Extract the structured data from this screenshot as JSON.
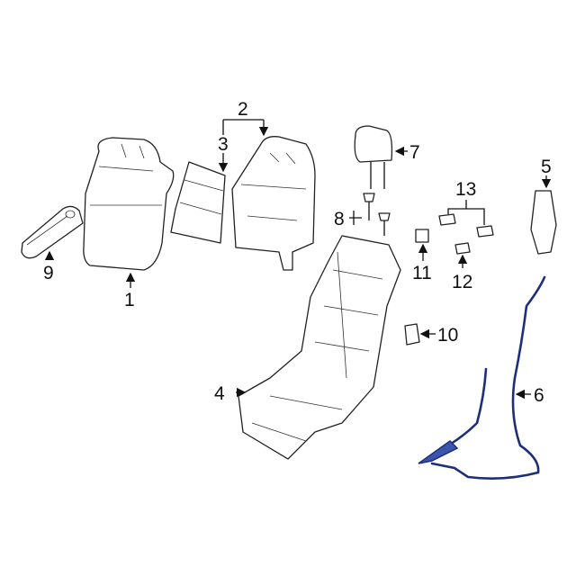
{
  "diagram": {
    "callouts": [
      {
        "id": "1",
        "label": "1"
      },
      {
        "id": "2",
        "label": "2"
      },
      {
        "id": "3",
        "label": "3"
      },
      {
        "id": "4",
        "label": "4"
      },
      {
        "id": "5",
        "label": "5"
      },
      {
        "id": "6",
        "label": "6"
      },
      {
        "id": "7",
        "label": "7"
      },
      {
        "id": "8",
        "label": "8"
      },
      {
        "id": "9",
        "label": "9"
      },
      {
        "id": "10",
        "label": "10"
      },
      {
        "id": "11",
        "label": "11"
      },
      {
        "id": "12",
        "label": "12"
      },
      {
        "id": "13",
        "label": "13"
      }
    ],
    "colors": {
      "line": "#222222",
      "cable": "#1d2f7a",
      "cable_fill": "#3a55b0"
    }
  }
}
